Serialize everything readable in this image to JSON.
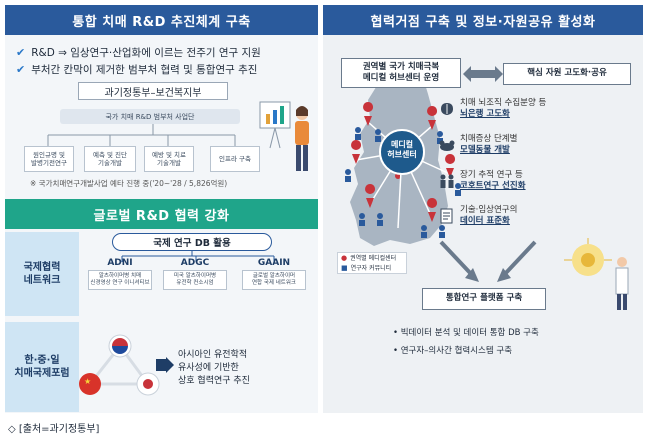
{
  "left": {
    "header": "통합 치매 R&D 추진체계 구축",
    "lines": [
      "R&D ⇒ 임상연구·산업화에 이르는 전주기 연구 지원",
      "부처간 칸막이 제거한 범부처 협력 및 통합연구 추진"
    ],
    "ministry": "과기정통부–보건복지부",
    "project": "국가 치매 R&D 범부처 사업단",
    "boxes": [
      "원인규명 및\n발병기전연구",
      "예측 및 진단\n기술개발",
      "예방 및 치료\n기술개발",
      "인프라 구축"
    ],
    "note": "※ 국가치매연구개발사업 예타 진행 중('20~'28 / 5,826억원)"
  },
  "global": {
    "header": "글로벌 R&D 협력 강화",
    "network_label": "국제협력\n네트워크",
    "db_label": "국제 연구 DB 활용",
    "programs": [
      {
        "name": "ADNI",
        "desc": "알츠하이머병 치매\n신경영상 연구 이니셔티브"
      },
      {
        "name": "ADGC",
        "desc": "미국 알츠하이머병\n유전학 컨소시엄"
      },
      {
        "name": "GAAIN",
        "desc": "글로벌 알츠하이머\n연합 국제 네트워크"
      }
    ],
    "forum_label": "한·중·일\n치매국제포럼",
    "coop_text": "아시아인 유전학적\n유사성에 기반한\n상호 협력연구 추진"
  },
  "right": {
    "header": "협력거점 구축 및 정보·자원공유 활성화",
    "regional_box": "권역별 국가 치매극복\n메디컬 허브센터 운영",
    "core_box": "핵심 자원 고도화·공유",
    "hub_label": "메디컬\n허브센터",
    "features": [
      {
        "icon": "brain-icon",
        "text": "치매 뇌조직 수집분양 등",
        "bold": "뇌은행 고도화"
      },
      {
        "icon": "mouse-icon",
        "text": "치매증상 단계별",
        "bold": "모델동물 개발"
      },
      {
        "icon": "people-icon",
        "text": "장기 추적 연구 등",
        "bold": "코호트연구 선진화"
      },
      {
        "icon": "document-icon",
        "text": "기술·임상연구의",
        "bold": "데이터 표준화"
      }
    ],
    "legend": [
      "권역별 메디컬센터",
      "연구자 커뮤니티"
    ],
    "platform_box": "통합연구 플랫폼 구축",
    "bullets": [
      "• 빅데이터 분석 및 데이터 통합 DB 구축",
      "• 연구자–의사간 협력시스템 구축"
    ]
  },
  "source": "◇ [출처=과기정통부]",
  "colors": {
    "blue": "#2a5a9c",
    "green": "#1fa58a",
    "pin": "#c8333a",
    "map": "#a9b5c2"
  }
}
